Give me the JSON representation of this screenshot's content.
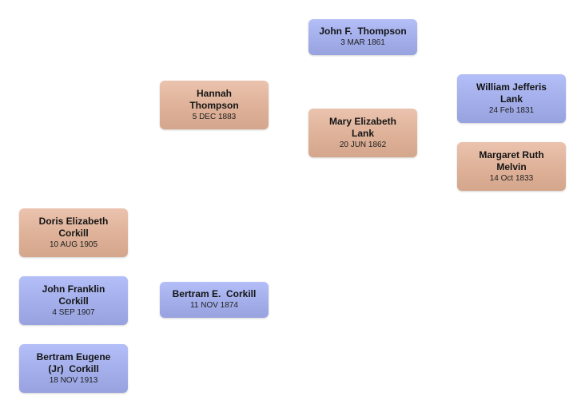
{
  "colors": {
    "male": "#a3aeea",
    "female": "#deb198"
  },
  "people": {
    "john_f_thompson": {
      "name": "John F.  Thompson",
      "date": "3 MAR 1861"
    },
    "hannah_thompson": {
      "name": "Hannah\nThompson",
      "date": "5 DEC 1883"
    },
    "mary_elizabeth_lank": {
      "name": "Mary Elizabeth\nLank",
      "date": "20 JUN 1862"
    },
    "william_jefferis_lank": {
      "name": "William Jefferis\nLank",
      "date": "24 Feb 1831"
    },
    "margaret_ruth_melvin": {
      "name": "Margaret Ruth\nMelvin",
      "date": "14 Oct 1833"
    },
    "doris_elizabeth_corkill": {
      "name": "Doris Elizabeth\nCorkill",
      "date": "10 AUG 1905"
    },
    "john_franklin_corkill": {
      "name": "John Franklin\nCorkill",
      "date": "4 SEP 1907"
    },
    "bertram_e_corkill": {
      "name": "Bertram E.  Corkill",
      "date": "11 NOV 1874"
    },
    "bertram_eugene_jr_corkill": {
      "name": "Bertram Eugene\n(Jr)  Corkill",
      "date": "18 NOV 1913"
    }
  }
}
